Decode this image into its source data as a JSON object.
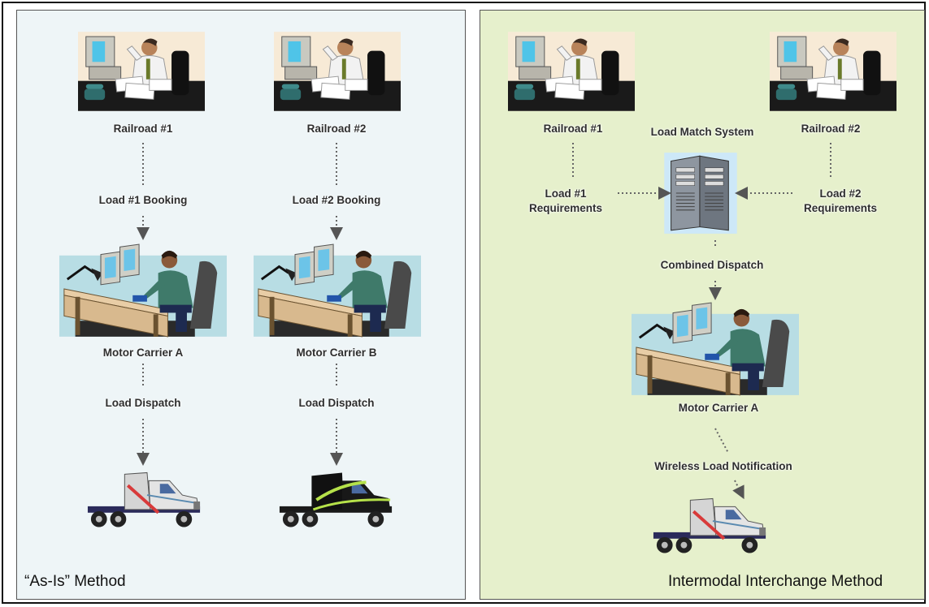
{
  "left_panel": {
    "title": "“As-Is” Method",
    "railroad_1": "Railroad #1",
    "railroad_2": "Railroad #2",
    "booking_1": "Load #1 Booking",
    "booking_2": "Load #2 Booking",
    "carrier_a": "Motor Carrier A",
    "carrier_b": "Motor Carrier B",
    "dispatch_a": "Load Dispatch",
    "dispatch_b": "Load Dispatch"
  },
  "right_panel": {
    "title": "Intermodal Interchange Method",
    "railroad_1": "Railroad #1",
    "railroad_2": "Railroad #2",
    "system": "Load Match System",
    "req_1_line1": "Load #1",
    "req_1_line2": "Requirements",
    "req_2_line1": "Load #2",
    "req_2_line2": "Requirements",
    "combined": "Combined Dispatch",
    "carrier_a": "Motor Carrier A",
    "notification": "Wireless Load Notification"
  },
  "colors": {
    "left_bg": "#eef5f7",
    "right_bg": "#e6f0cc",
    "connector": "#555555"
  },
  "icons": [
    "railroad-clerk-icon",
    "dispatcher-icon",
    "server-icon",
    "truck-icon"
  ]
}
